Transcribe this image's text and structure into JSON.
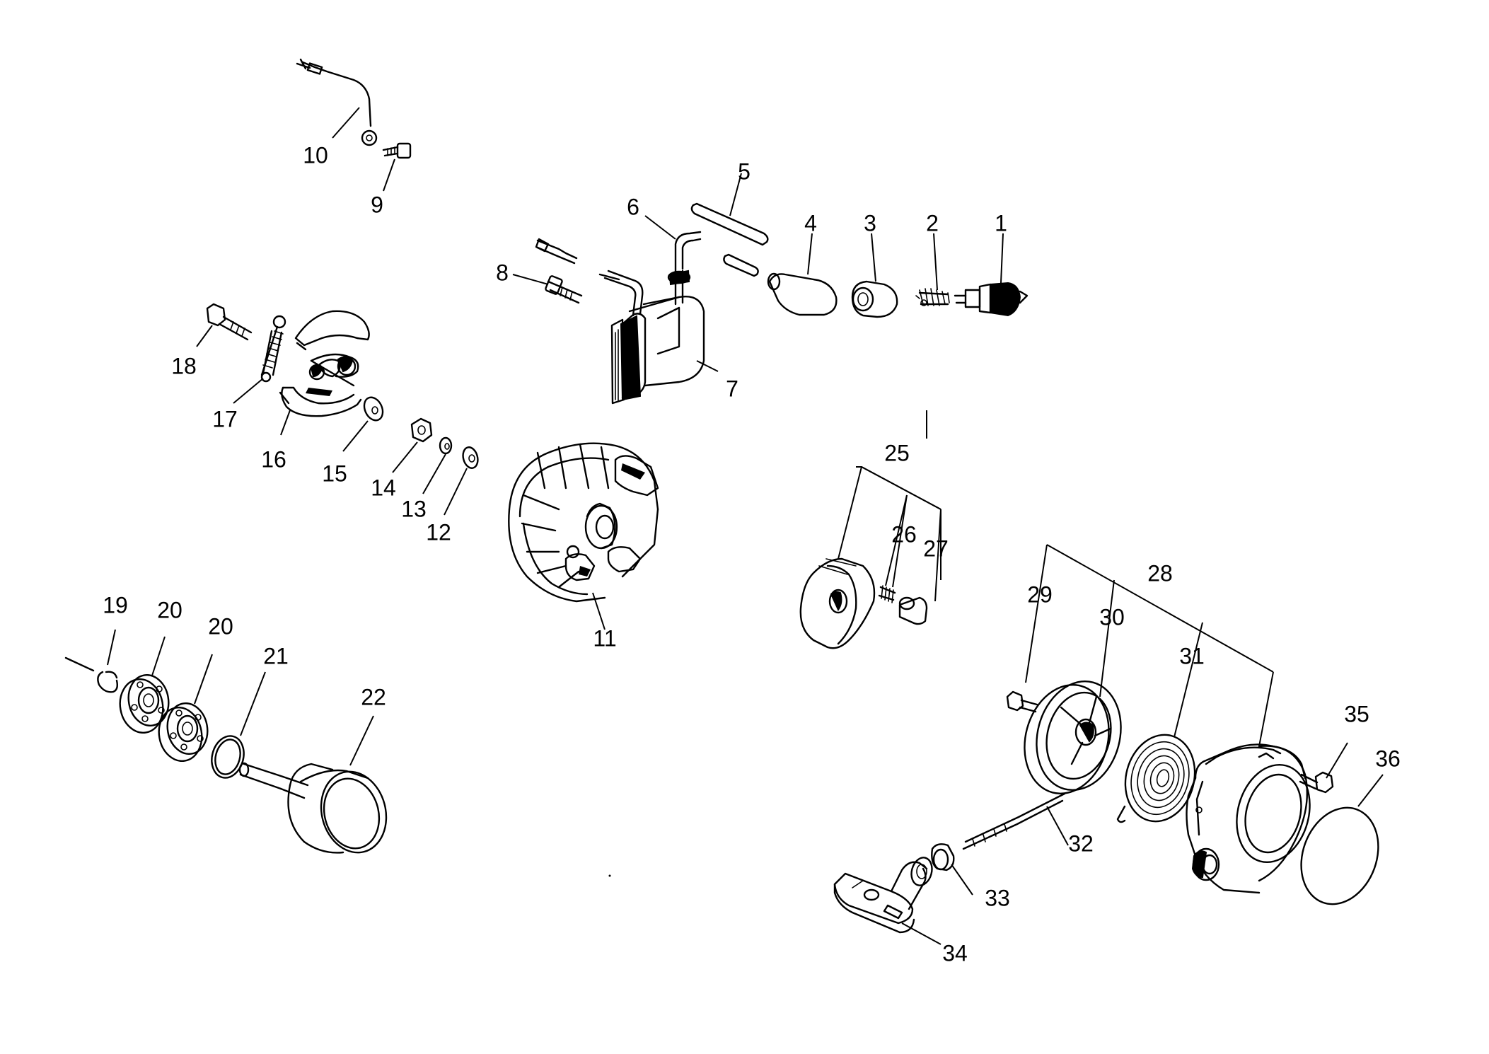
{
  "labels": {
    "p1": "1",
    "p2": "2",
    "p3": "3",
    "p4": "4",
    "p5": "5",
    "p6": "6",
    "p7": "7",
    "p8": "8",
    "p9": "9",
    "p10": "10",
    "p11": "11",
    "p12": "12",
    "p13": "13",
    "p14": "14",
    "p15": "15",
    "p16": "16",
    "p17": "17",
    "p18": "18",
    "p19": "19",
    "p20a": "20",
    "p20b": "20",
    "p21": "21",
    "p22": "22",
    "p25": "25",
    "p26": "26",
    "p27": "27",
    "p28": "28",
    "p29": "29",
    "p30": "30",
    "p31": "31",
    "p32": "32",
    "p33": "33",
    "p34": "34",
    "p35": "35",
    "p36": "36"
  }
}
